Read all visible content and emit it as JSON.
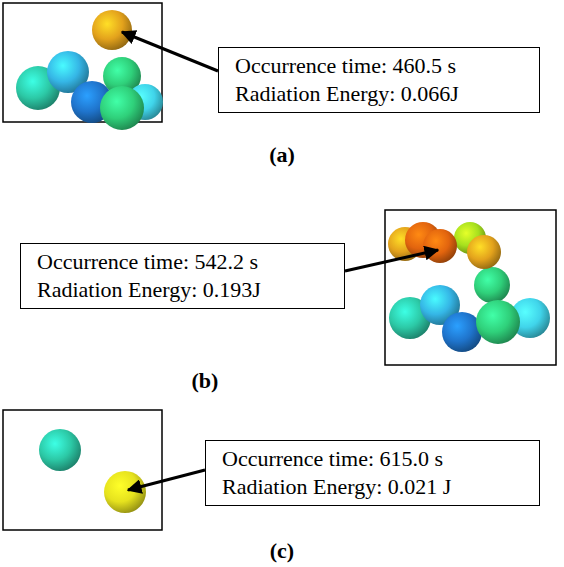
{
  "diagram": {
    "nodes": [
      {
        "text": [
          "Occurrence time: 460.5 s",
          "Radiation Energy: 0.066J"
        ]
      },
      {
        "text": [
          "Occurrence time: 542.2 s",
          "Radiation Energy: 0.193J"
        ]
      },
      {
        "text": [
          "Occurrence time: 615.0 s",
          "Radiation Energy: 0.021 J"
        ]
      }
    ],
    "labels": [
      "(a)",
      "(b)",
      "(c)"
    ]
  }
}
